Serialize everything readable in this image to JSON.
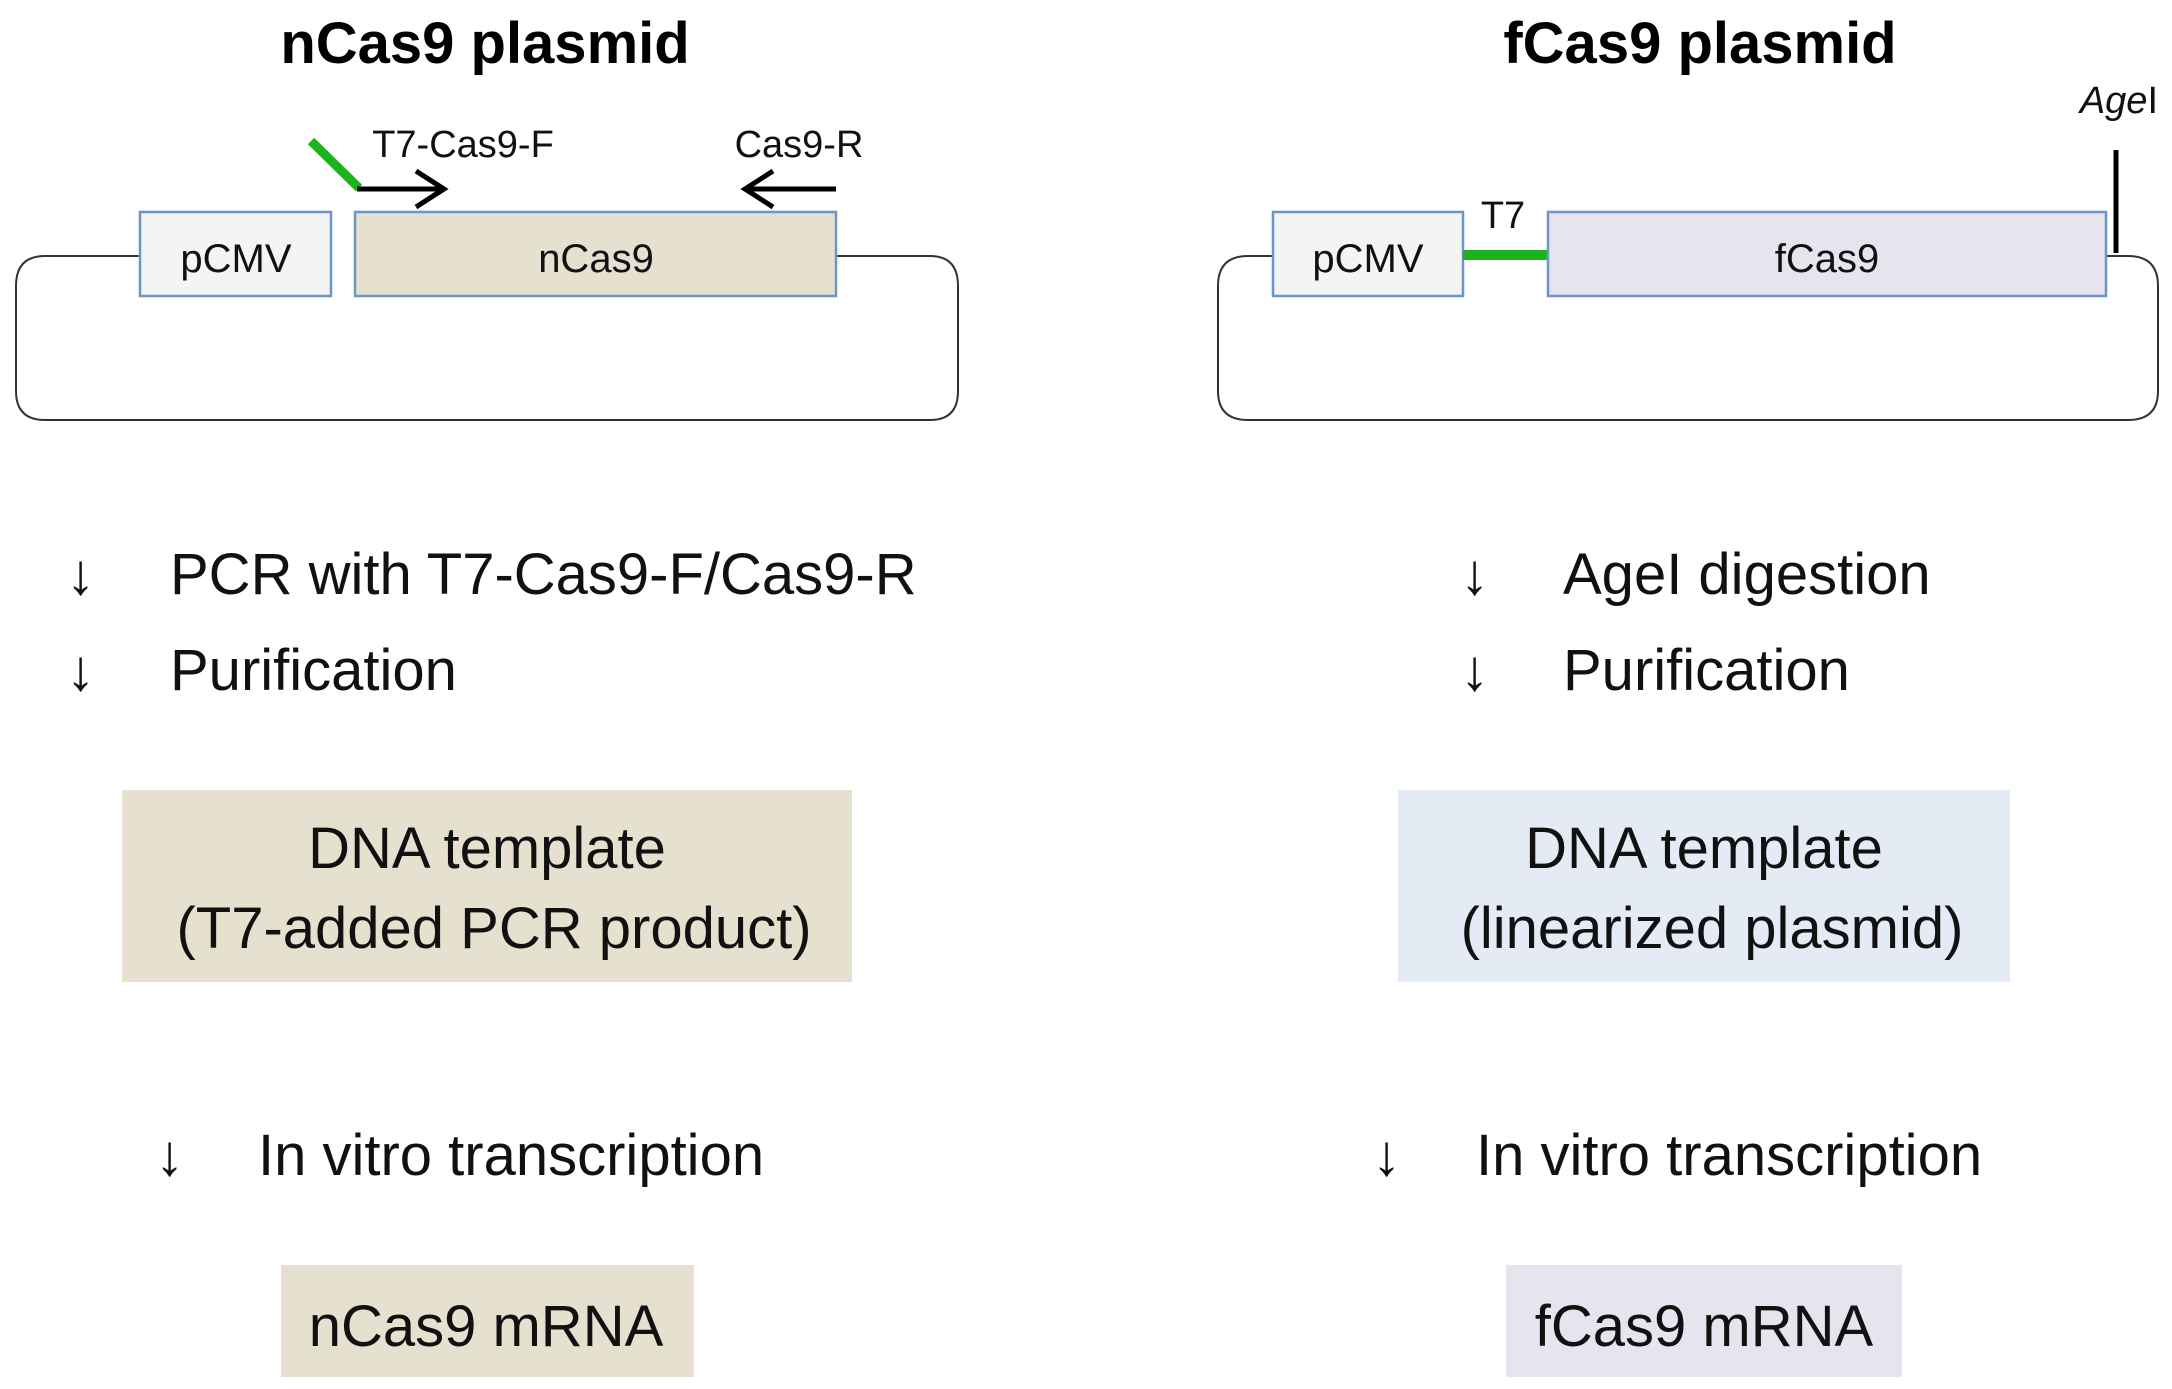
{
  "left": {
    "title": "nCas9 plasmid",
    "promoter_label": "pCMV",
    "gene_label": "nCas9",
    "forward_primer": "T7-Cas9-F",
    "reverse_primer": "Cas9-R",
    "steps": [
      "PCR with T7-Cas9-F/Cas9-R",
      "Purification"
    ],
    "template_line1": "DNA template",
    "template_line2": "(T7-added PCR product)",
    "transcription_step": "In vitro transcription",
    "product": "nCas9 mRNA"
  },
  "right": {
    "title": "fCas9 plasmid",
    "promoter_label": "pCMV",
    "t7_label": "T7",
    "gene_label": "fCas9",
    "site_italic": "Age",
    "site_roman": "I",
    "steps": [
      "AgeI digestion",
      "Purification"
    ],
    "template_line1": "DNA template",
    "template_line2": "(linearized plasmid)",
    "transcription_step": "In vitro transcription",
    "product": "fCas9 mRNA"
  },
  "arrow_symbol": "↓",
  "colors": {
    "ncas9_fill": "#e6e0cf",
    "fcas9_fill": "#e8e4ef",
    "promoter_fill": "#f4f4f4",
    "box_stroke": "#6a96c8",
    "t7_green": "#1db31d",
    "template_left_fill": "#e6e0cf",
    "template_right_fill": "#e4ebf5",
    "mrna_left_fill": "#e6e0cf",
    "mrna_right_fill": "#e8e4ef"
  }
}
